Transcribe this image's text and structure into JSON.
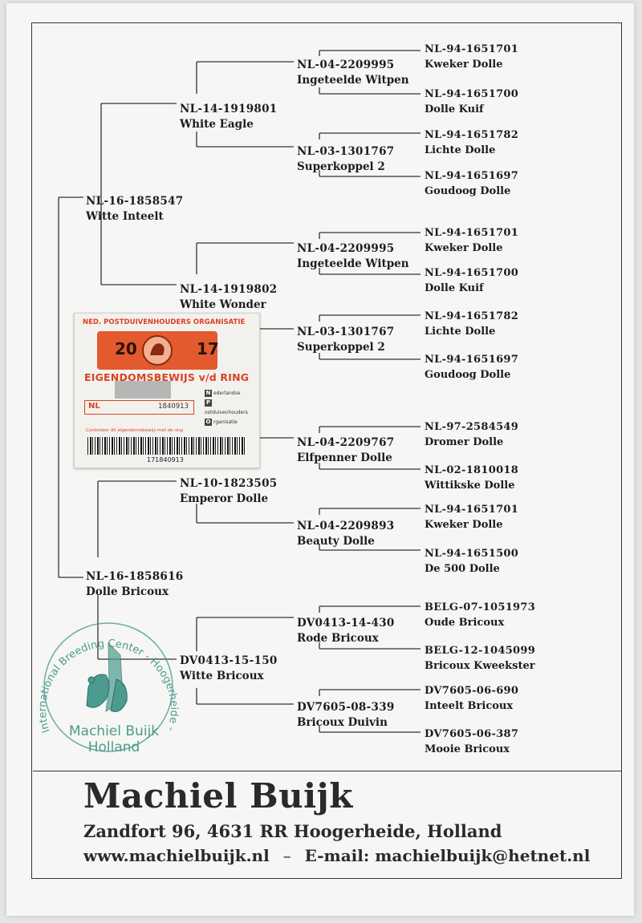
{
  "pedigree": {
    "subject": {
      "ring": "",
      "name": ""
    },
    "sire": {
      "ring": "NL-16-1858547",
      "name": "Witte Inteelt"
    },
    "dam": {
      "ring": "NL-16-1858616",
      "name": "Dolle Bricoux"
    },
    "gen2": [
      {
        "ring": "NL-14-1919801",
        "name": "White Eagle"
      },
      {
        "ring": "NL-14-1919802",
        "name": "White Wonder"
      },
      {
        "ring": "NL-10-1823505",
        "name": "Emperor Dolle"
      },
      {
        "ring": "DV0413-15-150",
        "name": "Witte Bricoux"
      }
    ],
    "gen3": [
      {
        "ring": "NL-04-2209995",
        "name": "Ingeteelde Witpen"
      },
      {
        "ring": "NL-03-1301767",
        "name": "Superkoppel 2"
      },
      {
        "ring": "NL-04-2209995",
        "name": "Ingeteelde Witpen"
      },
      {
        "ring": "NL-03-1301767",
        "name": "Superkoppel 2"
      },
      {
        "ring": "NL-04-2209767",
        "name": "Elfpenner Dolle"
      },
      {
        "ring": "NL-04-2209893",
        "name": "Beauty Dolle"
      },
      {
        "ring": "DV0413-14-430",
        "name": "Rode Bricoux"
      },
      {
        "ring": "DV7605-08-339",
        "name": "Bricoux Duivin"
      }
    ],
    "gen4": [
      {
        "ring": "NL-94-1651701",
        "name": "Kweker Dolle"
      },
      {
        "ring": "NL-94-1651700",
        "name": "Dolle Kuif"
      },
      {
        "ring": "NL-94-1651782",
        "name": "Lichte Dolle"
      },
      {
        "ring": "NL-94-1651697",
        "name": "Goudoog Dolle"
      },
      {
        "ring": "NL-94-1651701",
        "name": "Kweker Dolle"
      },
      {
        "ring": "NL-94-1651700",
        "name": "Dolle Kuif"
      },
      {
        "ring": "NL-94-1651782",
        "name": "Lichte Dolle"
      },
      {
        "ring": "NL-94-1651697",
        "name": "Goudoog Dolle"
      },
      {
        "ring": "NL-97-2584549",
        "name": "Dromer Dolle"
      },
      {
        "ring": "NL-02-1810018",
        "name": "Wittikske Dolle"
      },
      {
        "ring": "NL-94-1651701",
        "name": "Kweker Dolle"
      },
      {
        "ring": "NL-94-1651500",
        "name": "De 500 Dolle"
      },
      {
        "ring": "BELG-07-1051973",
        "name": "Oude Bricoux"
      },
      {
        "ring": "BELG-12-1045099",
        "name": "Bricoux Kweekster"
      },
      {
        "ring": "DV7605-06-690",
        "name": "Inteelt Bricoux"
      },
      {
        "ring": "DV7605-06-387",
        "name": "Mooie Bricoux"
      }
    ]
  },
  "ownership_card": {
    "organisation": "NED. POSTDUIVENHOUDERS ORGANISATIE",
    "year_left": "20",
    "year_right": "17",
    "title": "EIGENDOMSBEWIJS v/d RING",
    "country": "NL",
    "ring_number": "1840913",
    "org_letters": [
      "N",
      "P",
      "O"
    ],
    "org_words": [
      "ederlandse",
      "ostduivenhouders",
      "rganisatie"
    ],
    "fine_print": "Controleer dit eigendomsbewijs met de ring",
    "barcode_number": "171840913"
  },
  "stamp": {
    "ring_text": "International Breeding Center - Hoogerheide - Holland",
    "name": "Machiel Buijk",
    "country": "Holland",
    "color": "#4b9b8e"
  },
  "footer": {
    "name": "Machiel Buijk",
    "address": "Zandfort 96, 4631 RR Hoogerheide, Holland",
    "website": "www.machielbuijk.nl",
    "separator": "–",
    "email": "E-mail: machielbuijk@hetnet.nl"
  }
}
